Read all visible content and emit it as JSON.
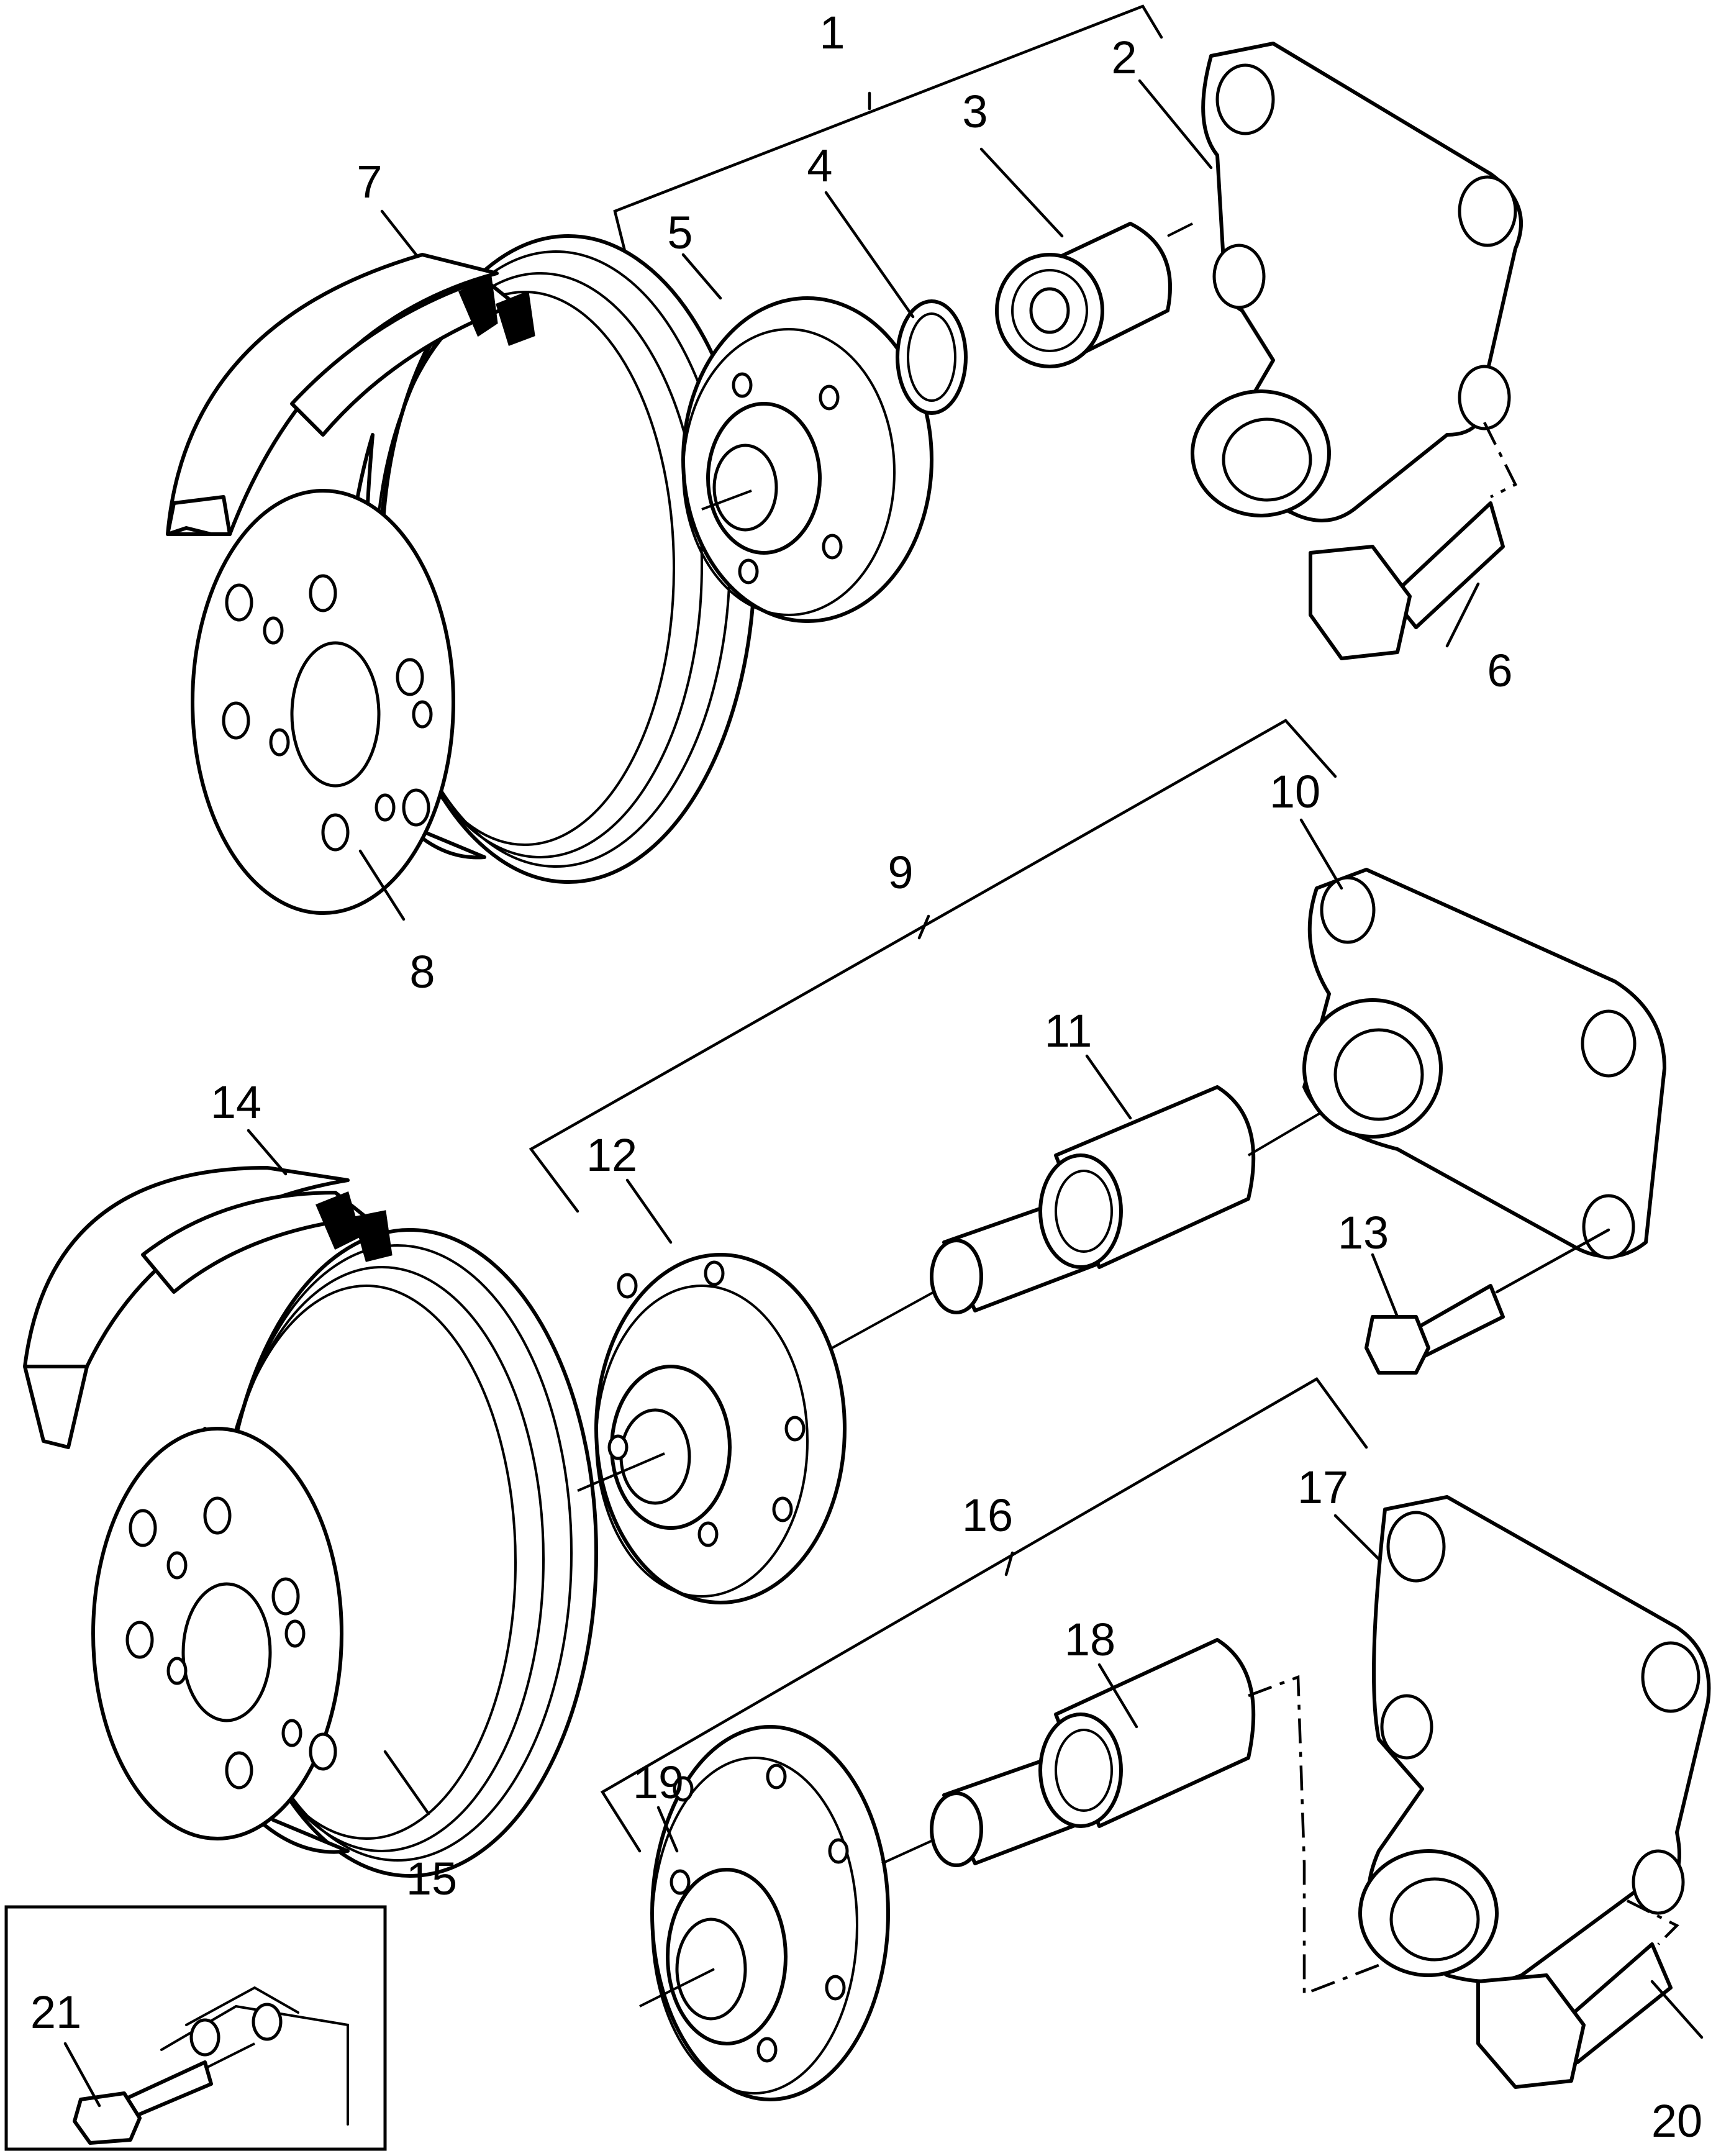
{
  "diagram": {
    "callouts": [
      {
        "id": "1",
        "label": "1"
      },
      {
        "id": "2",
        "label": "2"
      },
      {
        "id": "3",
        "label": "3"
      },
      {
        "id": "4",
        "label": "4"
      },
      {
        "id": "5",
        "label": "5"
      },
      {
        "id": "6",
        "label": "6"
      },
      {
        "id": "7",
        "label": "7"
      },
      {
        "id": "8",
        "label": "8"
      },
      {
        "id": "9",
        "label": "9"
      },
      {
        "id": "10",
        "label": "10"
      },
      {
        "id": "11",
        "label": "11"
      },
      {
        "id": "12",
        "label": "12"
      },
      {
        "id": "13",
        "label": "13"
      },
      {
        "id": "14",
        "label": "14"
      },
      {
        "id": "15",
        "label": "15"
      },
      {
        "id": "16",
        "label": "16"
      },
      {
        "id": "17",
        "label": "17"
      },
      {
        "id": "18",
        "label": "18"
      },
      {
        "id": "19",
        "label": "19"
      },
      {
        "id": "20",
        "label": "20"
      },
      {
        "id": "21",
        "label": "21"
      }
    ]
  }
}
